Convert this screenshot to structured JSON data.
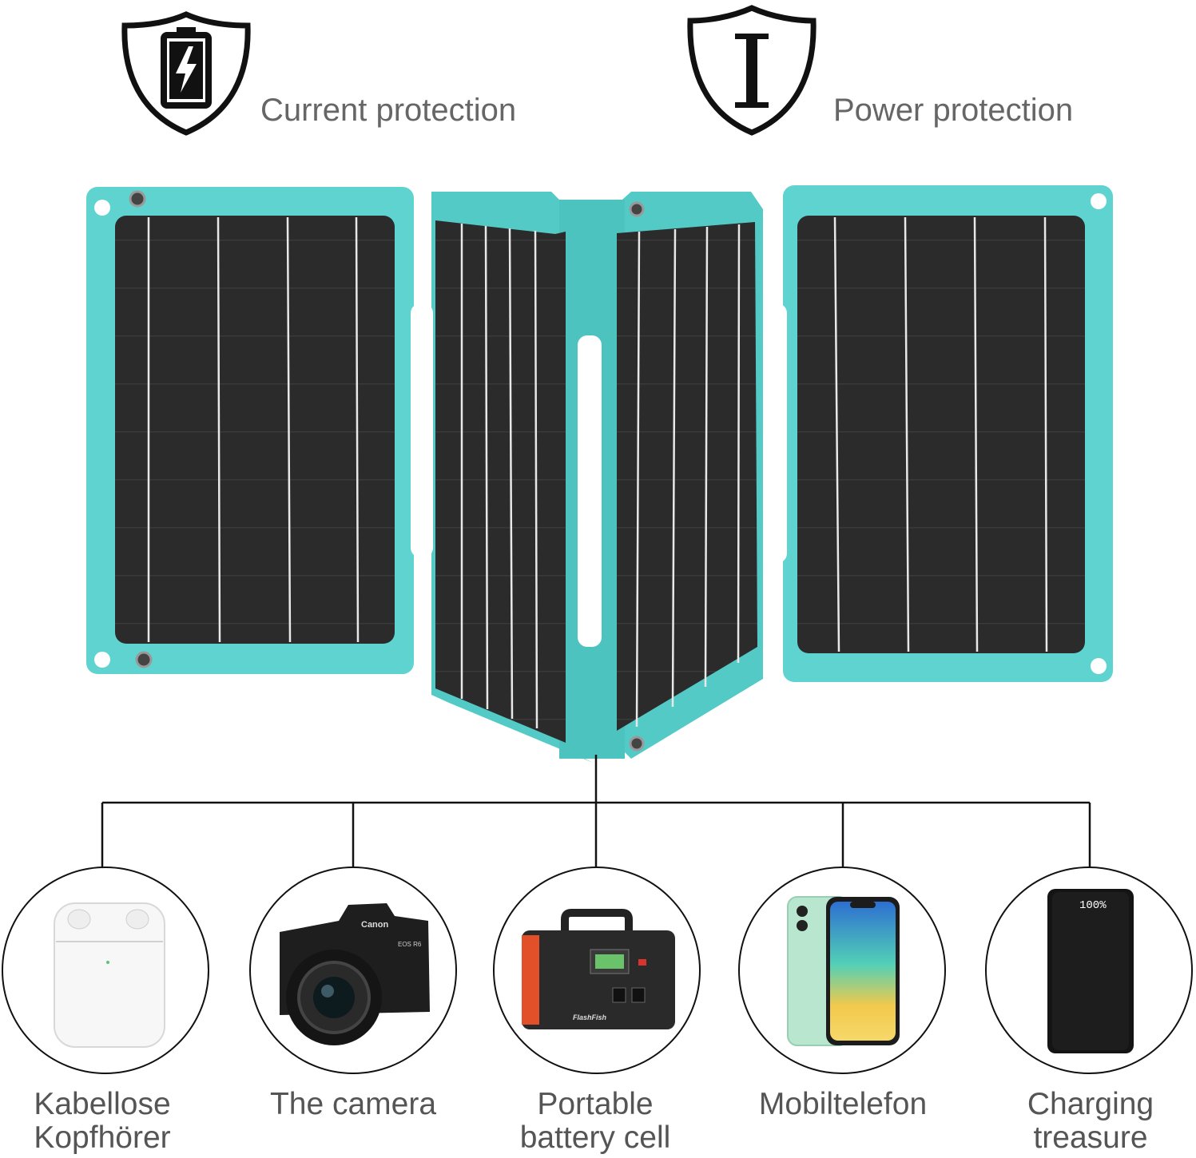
{
  "features": [
    {
      "label": "Current protection",
      "icon": "battery-shield-icon"
    },
    {
      "label": "Power protection",
      "icon": "power-shield-icon"
    }
  ],
  "product": {
    "name": "foldable-solar-panel",
    "frame_color": "#5fd3cf",
    "cell_color": "#2b2b2b"
  },
  "devices": [
    {
      "line1": "Kabellose",
      "line2": "Kopfhörer",
      "icon": "earbuds-case-icon"
    },
    {
      "line1": "The camera",
      "line2": "",
      "icon": "camera-icon"
    },
    {
      "line1": "Portable",
      "line2": "battery cell",
      "icon": "power-station-icon"
    },
    {
      "line1": "Mobiltelefon",
      "line2": "",
      "icon": "smartphone-icon"
    },
    {
      "line1": "Charging",
      "line2": "treasure",
      "icon": "power-bank-icon"
    }
  ],
  "device_text": {
    "camera_brand": "Canon",
    "camera_model": "EOS R6",
    "station_brand": "FlashFish",
    "powerbank_display": "100%"
  }
}
